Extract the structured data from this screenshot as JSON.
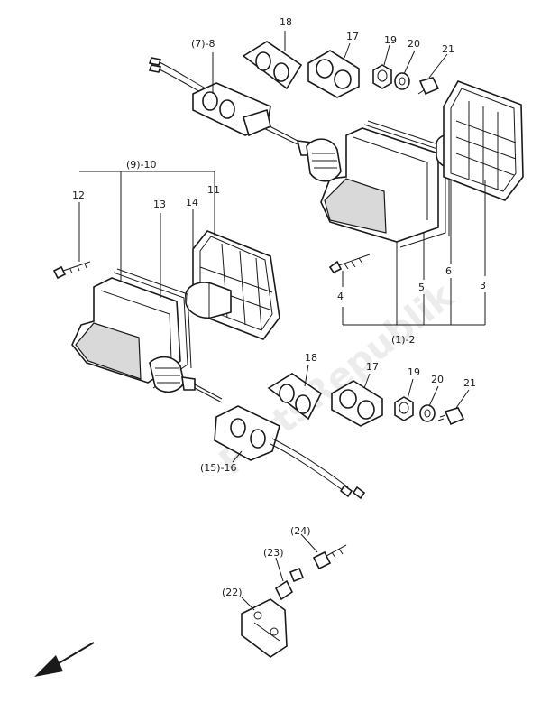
{
  "watermark": "PartsRepublik",
  "labels": {
    "l7_8": "(7)-8",
    "l18a": "18",
    "l17a": "17",
    "l19a": "19",
    "l20a": "20",
    "l21a": "21",
    "l9_10": "(9)-10",
    "l12": "12",
    "l13": "13",
    "l14": "14",
    "l11": "11",
    "l4": "4",
    "l5": "5",
    "l6": "6",
    "l3": "3",
    "l1_2": "(1)-2",
    "l18b": "18",
    "l17b": "17",
    "l19b": "19",
    "l20b": "20",
    "l21b": "21",
    "l15_16": "(15)-16",
    "l24": "(24)",
    "l23": "(23)",
    "l22": "(22)"
  }
}
